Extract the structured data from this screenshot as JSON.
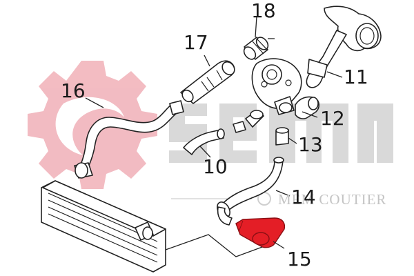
{
  "watermark": {
    "brand_text": "MEM COUTIER",
    "logo_color": "#f2b8bf",
    "letters_color": "#d9d9d9"
  },
  "highlight_color": "#e41e26",
  "callouts": [
    {
      "id": "p10",
      "label": "10"
    },
    {
      "id": "p11",
      "label": "11"
    },
    {
      "id": "p12",
      "label": "12"
    },
    {
      "id": "p13",
      "label": "13"
    },
    {
      "id": "p14",
      "label": "14"
    },
    {
      "id": "p15",
      "label": "15"
    },
    {
      "id": "p16",
      "label": "16"
    },
    {
      "id": "p17",
      "label": "17"
    },
    {
      "id": "p18",
      "label": "18"
    }
  ]
}
